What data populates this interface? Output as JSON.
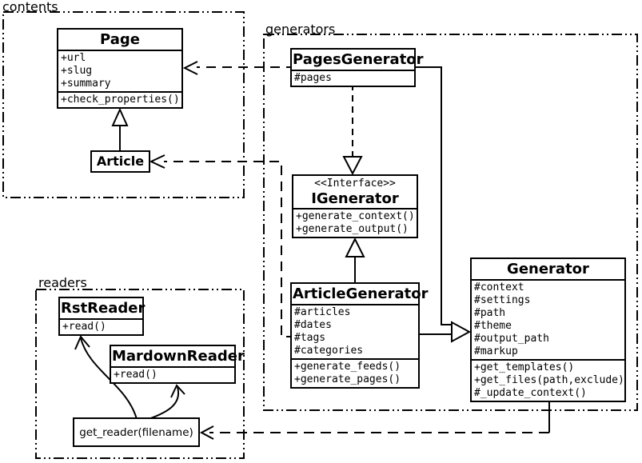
{
  "packages": {
    "contents": {
      "label": "contents"
    },
    "generators": {
      "label": "generators"
    },
    "readers": {
      "label": "readers"
    }
  },
  "classes": {
    "page": {
      "name": "Page",
      "attributes": [
        "+url",
        "+slug",
        "+summary"
      ],
      "methods": [
        "+check_properties()"
      ]
    },
    "article": {
      "name": "Article"
    },
    "pages_generator": {
      "name": "PagesGenerator",
      "attributes": [
        "#pages"
      ]
    },
    "igenerator": {
      "stereotype": "<<Interface>>",
      "name": "IGenerator",
      "methods": [
        "+generate_context()",
        "+generate_output()"
      ]
    },
    "article_generator": {
      "name": "ArticleGenerator",
      "attributes": [
        "#articles",
        "#dates",
        "#tags",
        "#categories"
      ],
      "methods": [
        "+generate_feeds()",
        "+generate_pages()"
      ]
    },
    "generator": {
      "name": "Generator",
      "attributes": [
        "#context",
        "#settings",
        "#path",
        "#theme",
        "#output_path",
        "#markup"
      ],
      "methods": [
        "+get_templates()",
        "+get_files(path,exclude)",
        "#_update_context()"
      ]
    },
    "rst_reader": {
      "name": "RstReader",
      "methods": [
        "+read()"
      ]
    },
    "mardown_reader": {
      "name": "MardownReader",
      "methods": [
        "+read()"
      ]
    },
    "get_reader": {
      "label": "get_reader(filename)"
    }
  },
  "colors": {
    "stroke": "#000000",
    "background": "#ffffff"
  }
}
